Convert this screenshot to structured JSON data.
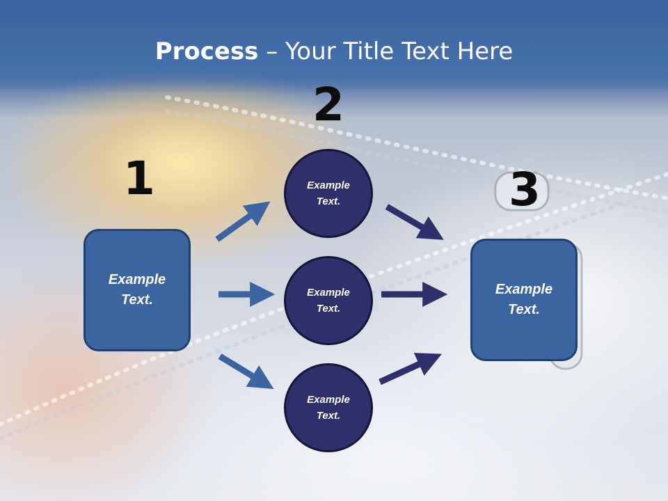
{
  "title": {
    "bold": "Process",
    "rest": " – Your Title Text Here"
  },
  "steps": [
    {
      "number": "1",
      "text": "Example\nText."
    },
    {
      "number": "2"
    },
    {
      "number": "3",
      "text": "Example\nText."
    }
  ],
  "circles": [
    {
      "text": "Example\nText."
    },
    {
      "text": "Example\nText."
    },
    {
      "text": "Example\nText."
    }
  ],
  "colors": {
    "box": "#3c64a0",
    "circle": "#2f2f6c",
    "arrow_left": "#3c64a0",
    "arrow_right": "#2f2f6c",
    "title_bar": "#3b62a0"
  }
}
